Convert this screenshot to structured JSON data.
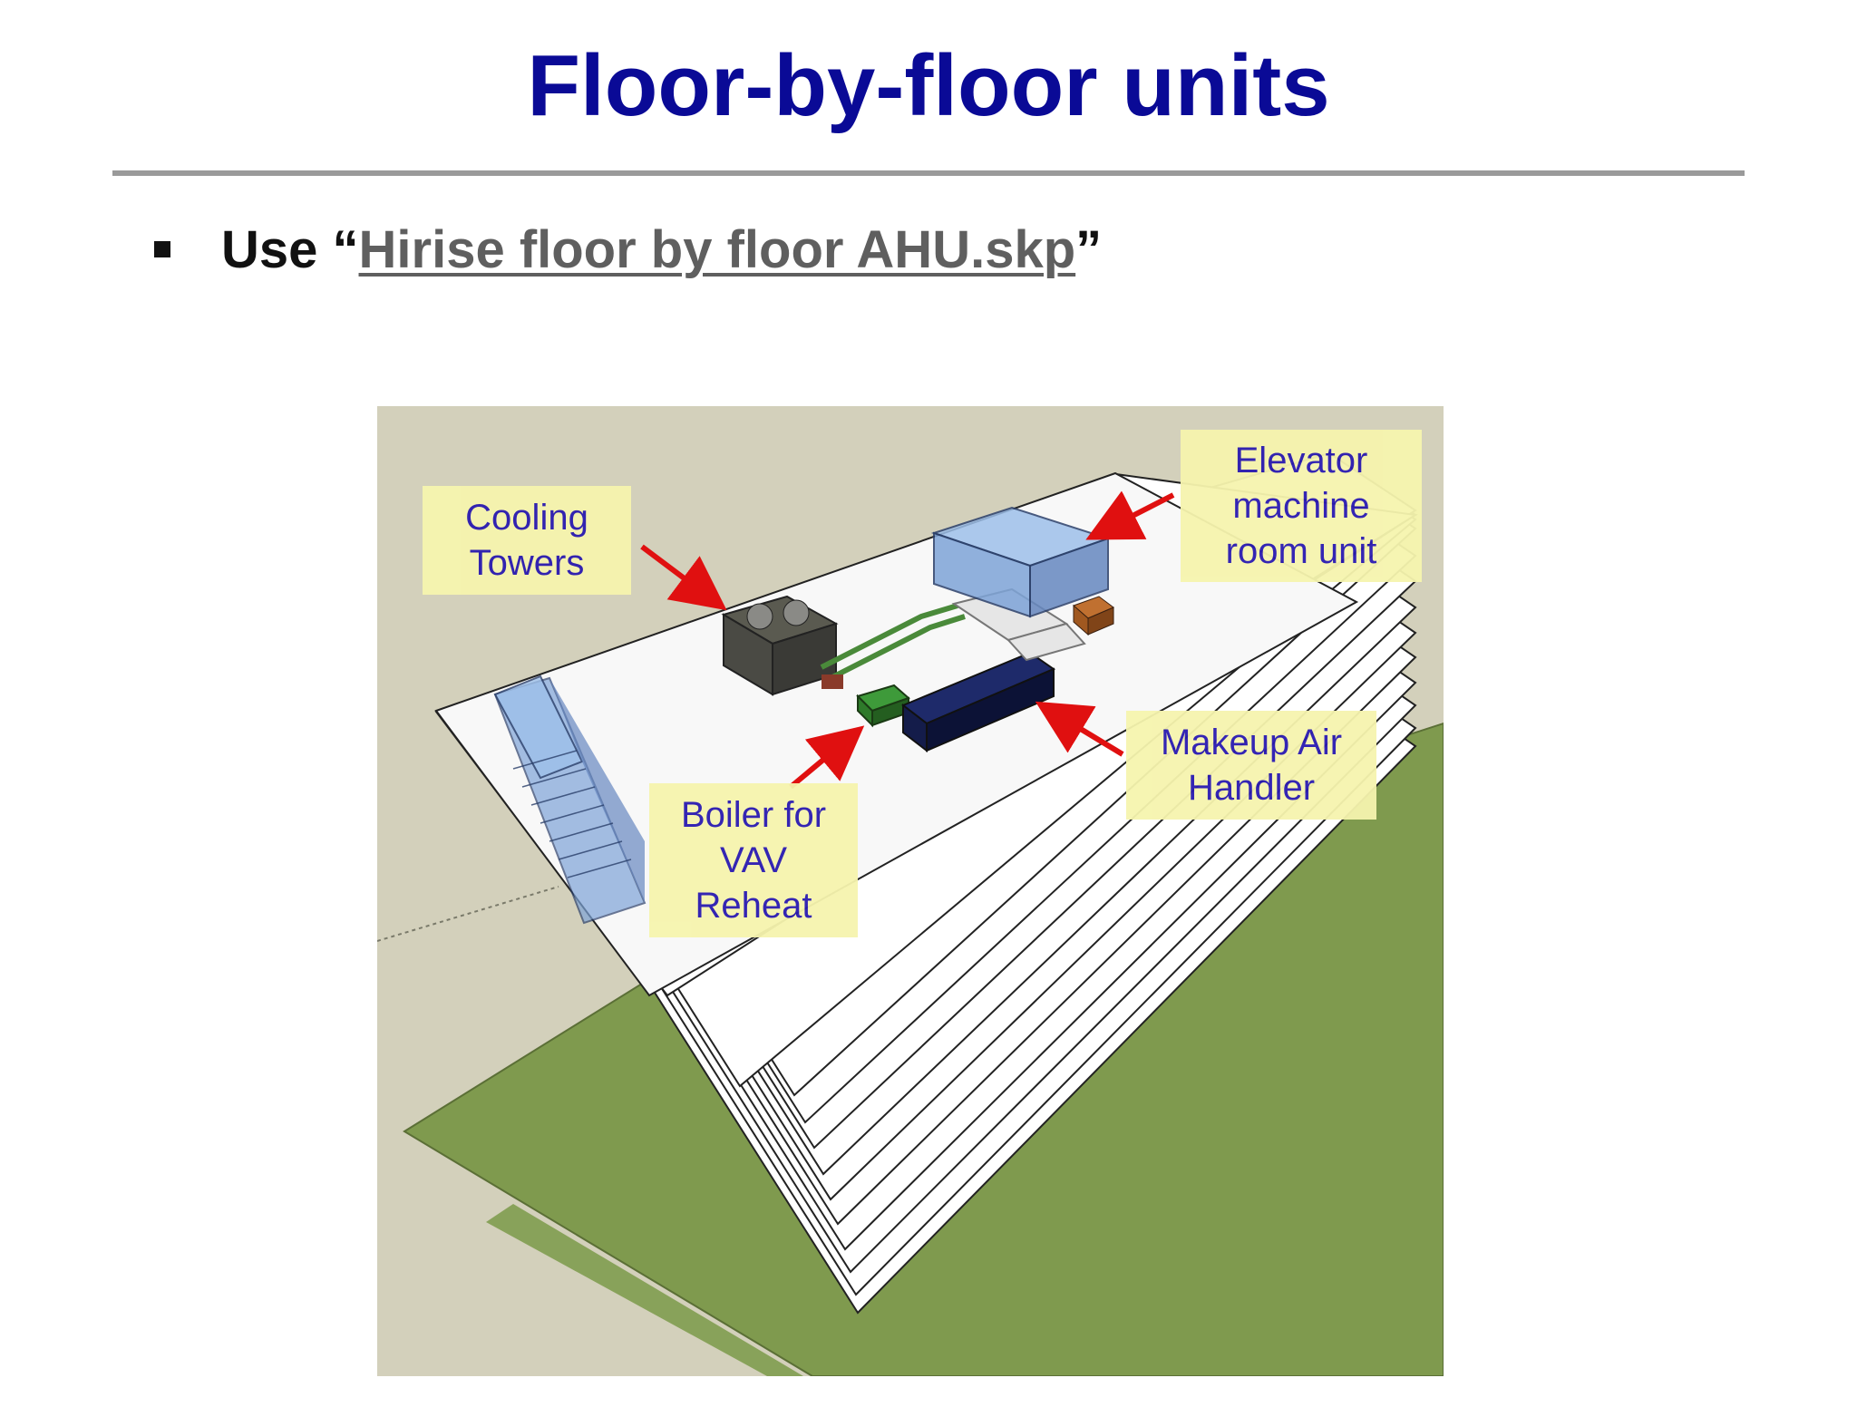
{
  "title": "Floor-by-floor units",
  "bullet": {
    "prefix": "Use “",
    "link_text": "Hirise floor by floor AHU.skp",
    "suffix": "”"
  },
  "figure": {
    "callouts": {
      "cooling_towers": "Cooling\nTowers",
      "elevator_machine_room_unit": "Elevator\nmachine\nroom unit",
      "makeup_air_handler": "Makeup Air\nHandler",
      "boiler_vav_reheat": "Boiler for\nVAV\nReheat"
    },
    "colors": {
      "title": "#0a0a96",
      "callout_fill": "#f6f4ae",
      "callout_text": "#2a1ab0",
      "arrow": "#e01010",
      "grass": "#7f9a4e",
      "background": "#d3d0bb"
    }
  }
}
